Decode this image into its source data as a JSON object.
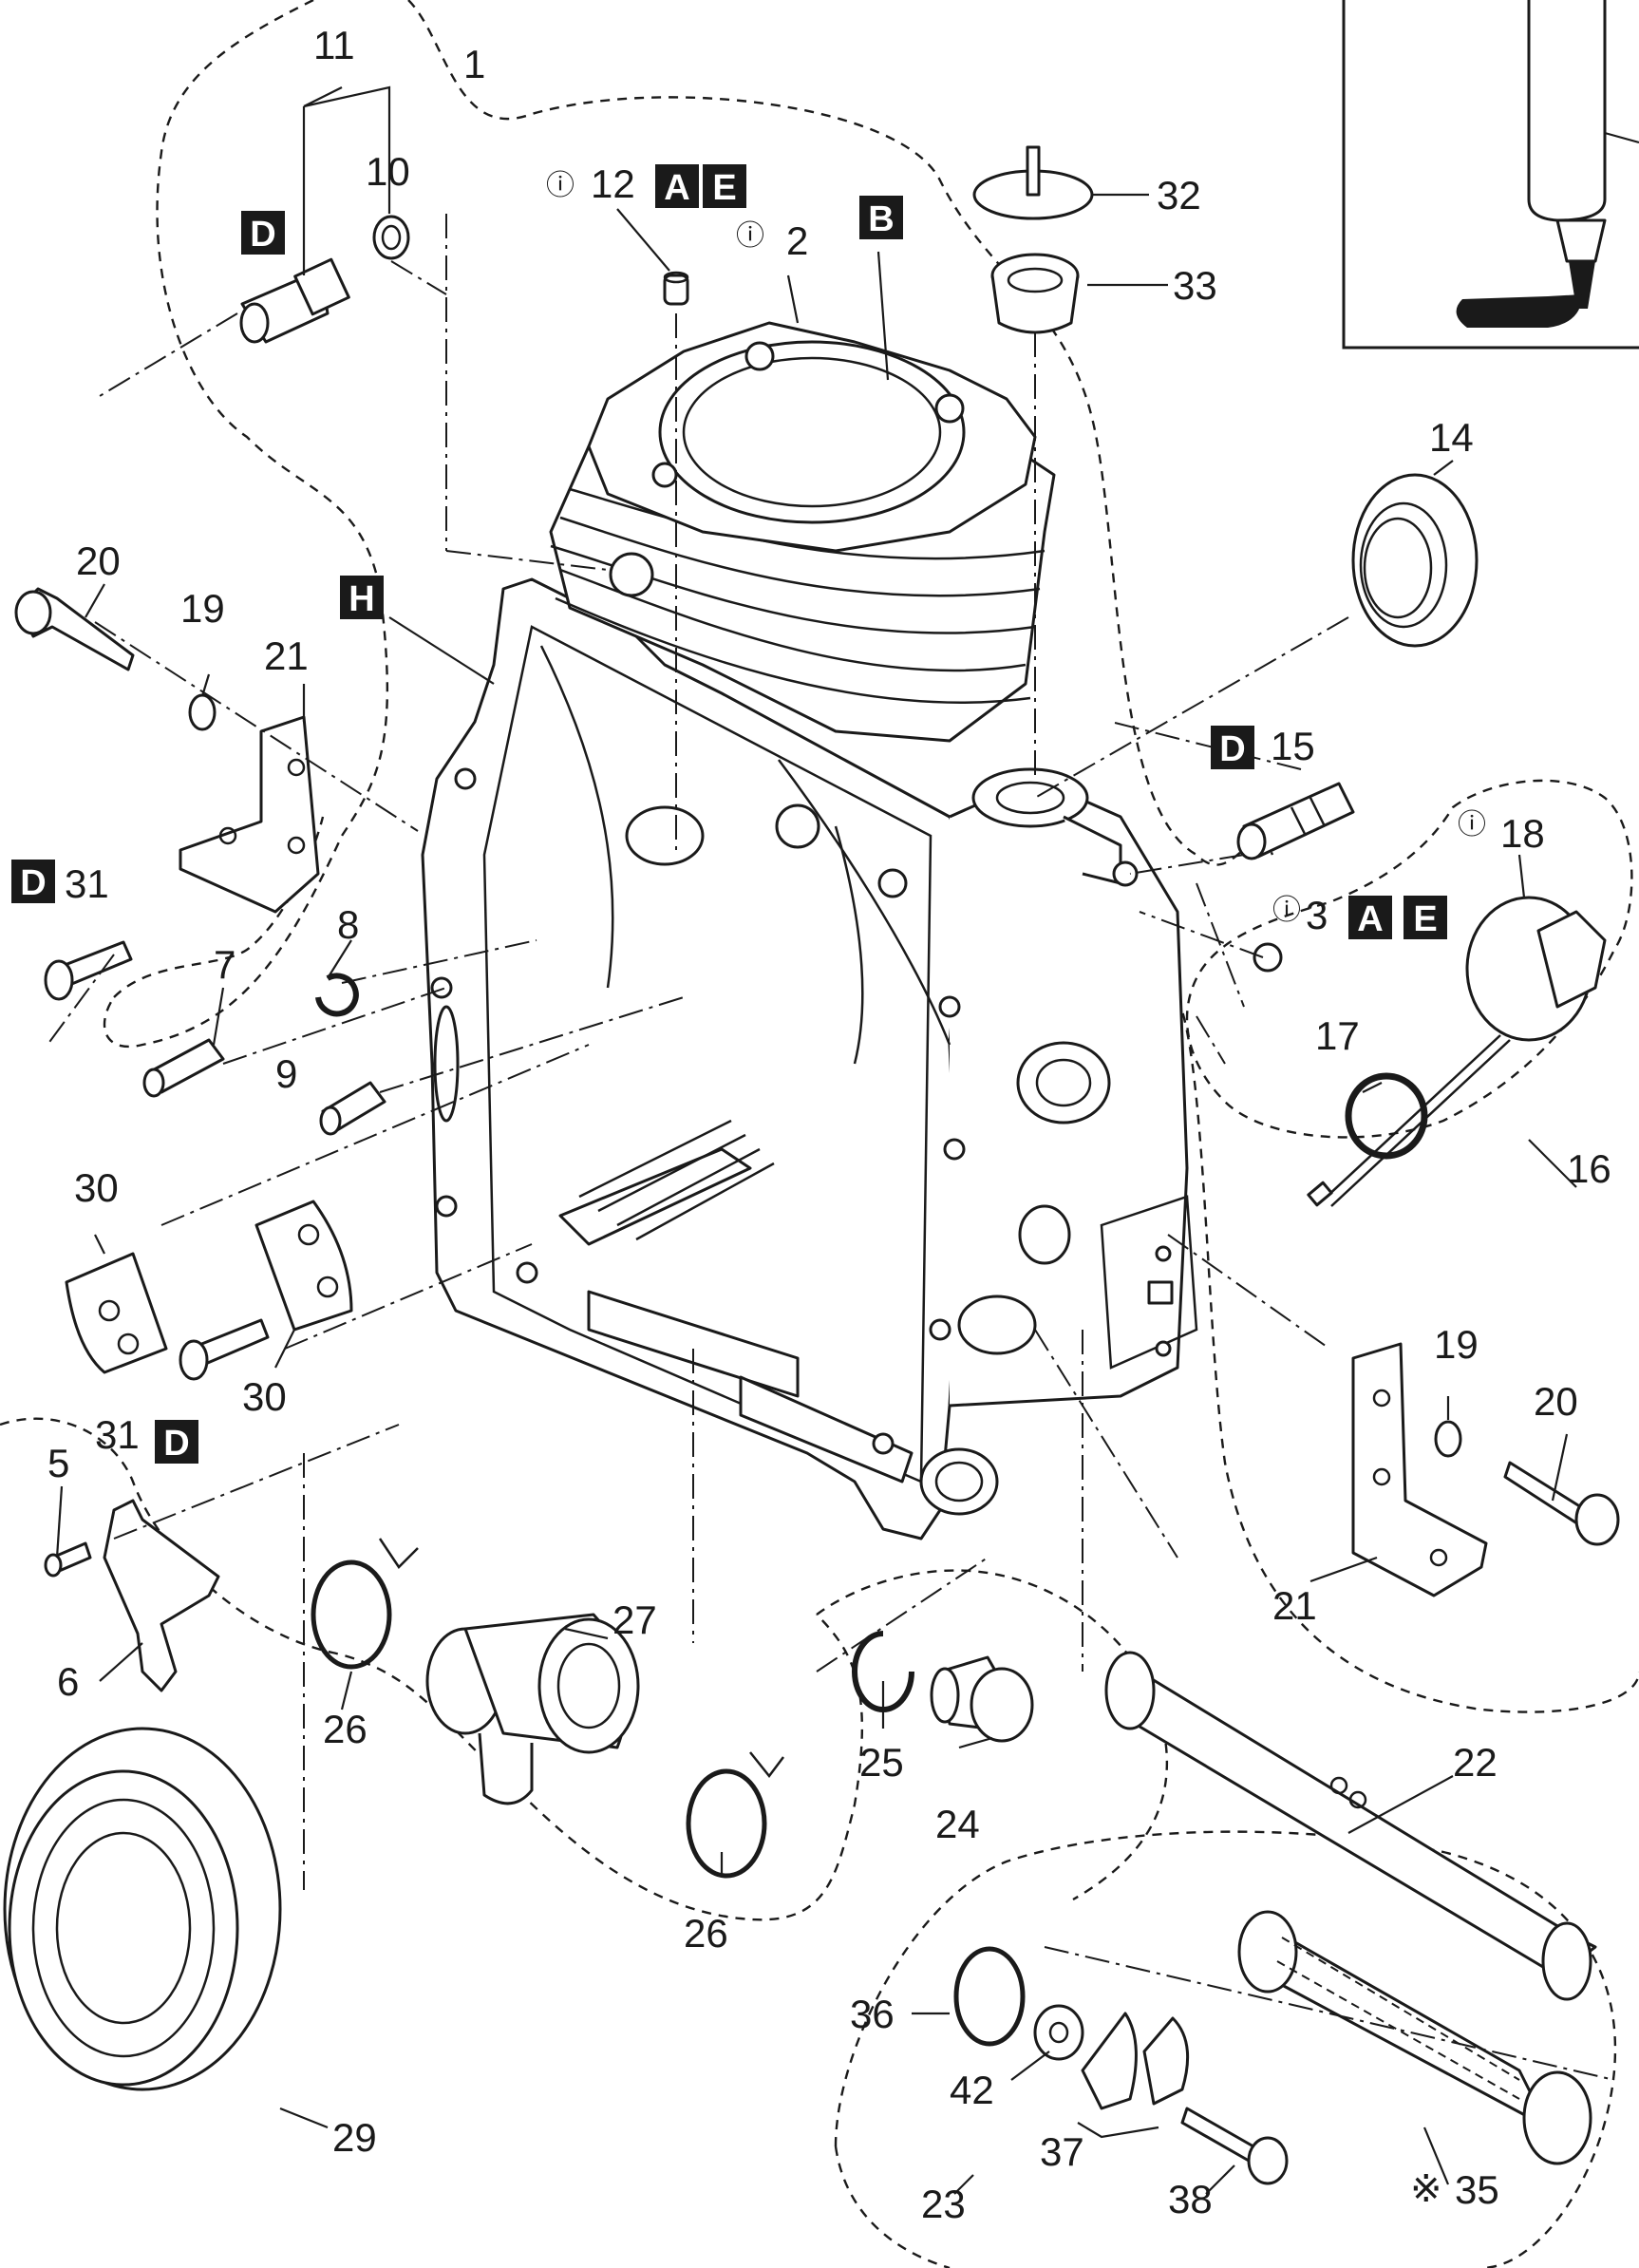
{
  "callouts": [
    {
      "id": "c1",
      "text": "1"
    },
    {
      "id": "c2",
      "text": "2",
      "prefix": "ⓘ"
    },
    {
      "id": "c3",
      "text": "3",
      "prefix": "ⓘ"
    },
    {
      "id": "c5",
      "text": "5"
    },
    {
      "id": "c6",
      "text": "6"
    },
    {
      "id": "c7",
      "text": "7"
    },
    {
      "id": "c8",
      "text": "8"
    },
    {
      "id": "c9",
      "text": "9"
    },
    {
      "id": "c10",
      "text": "10"
    },
    {
      "id": "c11",
      "text": "11"
    },
    {
      "id": "c12",
      "text": "12",
      "prefix": "ⓘ"
    },
    {
      "id": "c14",
      "text": "14"
    },
    {
      "id": "c15",
      "text": "15"
    },
    {
      "id": "c16",
      "text": "16"
    },
    {
      "id": "c17",
      "text": "17"
    },
    {
      "id": "c18",
      "text": "18",
      "prefix": "ⓘ"
    },
    {
      "id": "c19a",
      "text": "19"
    },
    {
      "id": "c19b",
      "text": "19"
    },
    {
      "id": "c20a",
      "text": "20"
    },
    {
      "id": "c20b",
      "text": "20"
    },
    {
      "id": "c21a",
      "text": "21"
    },
    {
      "id": "c21b",
      "text": "21"
    },
    {
      "id": "c22",
      "text": "22"
    },
    {
      "id": "c23",
      "text": "23"
    },
    {
      "id": "c24",
      "text": "24"
    },
    {
      "id": "c25",
      "text": "25"
    },
    {
      "id": "c26a",
      "text": "26"
    },
    {
      "id": "c26b",
      "text": "26"
    },
    {
      "id": "c27",
      "text": "27"
    },
    {
      "id": "c29",
      "text": "29"
    },
    {
      "id": "c30a",
      "text": "30"
    },
    {
      "id": "c30b",
      "text": "30"
    },
    {
      "id": "c31a",
      "text": "31"
    },
    {
      "id": "c31b",
      "text": "31"
    },
    {
      "id": "c32",
      "text": "32"
    },
    {
      "id": "c33",
      "text": "33"
    },
    {
      "id": "c35",
      "text": "35",
      "prefix": "※"
    },
    {
      "id": "c36",
      "text": "36"
    },
    {
      "id": "c37",
      "text": "37"
    },
    {
      "id": "c38",
      "text": "38"
    },
    {
      "id": "c42",
      "text": "42"
    }
  ],
  "tags": [
    {
      "id": "tagD1",
      "text": "D"
    },
    {
      "id": "tagA1",
      "text": "A"
    },
    {
      "id": "tagE1",
      "text": "E"
    },
    {
      "id": "tagB",
      "text": "B"
    },
    {
      "id": "tagH",
      "text": "H"
    },
    {
      "id": "tagD15",
      "text": "D"
    },
    {
      "id": "tagA3",
      "text": "A"
    },
    {
      "id": "tagE3",
      "text": "E"
    },
    {
      "id": "tagD31a",
      "text": "D"
    },
    {
      "id": "tagD31b",
      "text": "D"
    }
  ],
  "colors": {
    "ink": "#1a1a1a",
    "paper": "#ffffff"
  },
  "icons": {
    "sealant_inset": "sealant-tube-icon"
  }
}
